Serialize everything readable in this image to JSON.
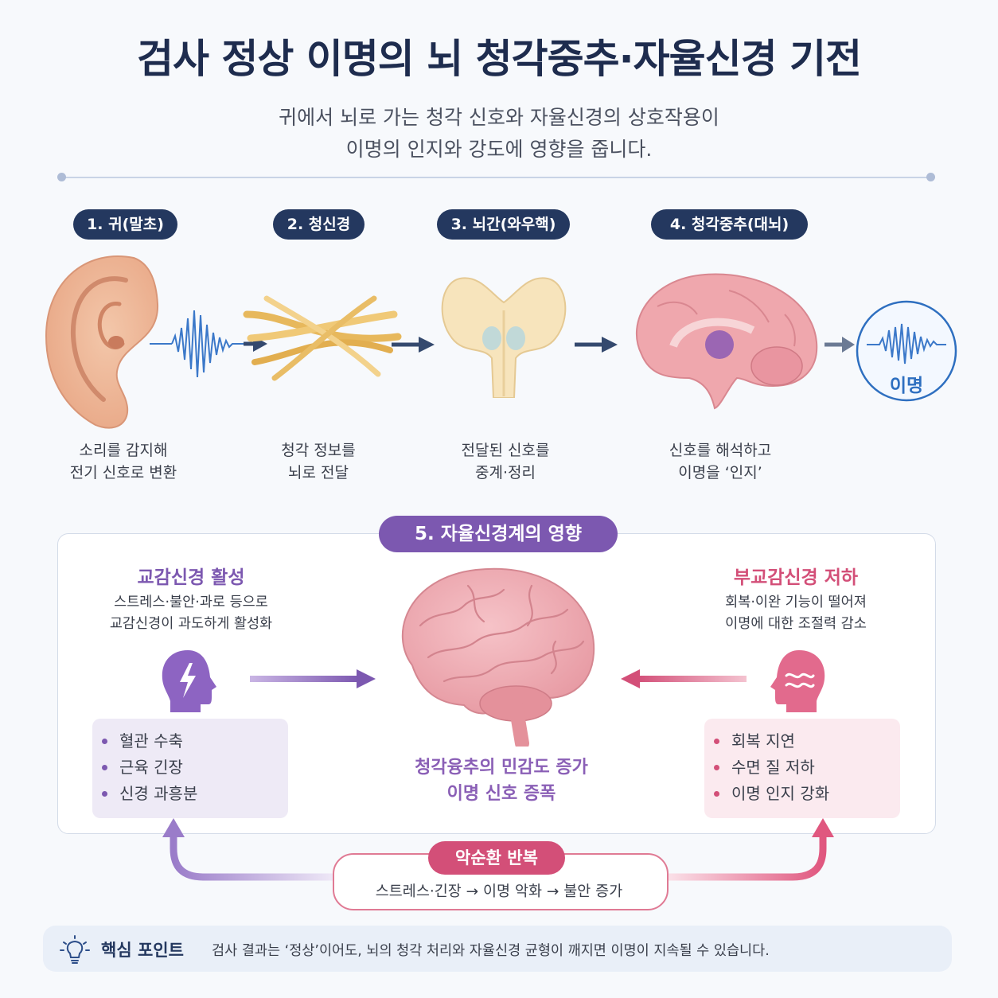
{
  "title": "검사 정상 이명의 뇌 청각중추·자율신경 기전",
  "subtitle": {
    "line1": "귀에서 뇌로 가는 청각 신호와 자율신경의 상호작용이",
    "line2": "이명의 인지와 강도에 영향을 줍니다."
  },
  "steps": [
    {
      "label": "1. 귀(말초)",
      "caption1": "소리를 감지해",
      "caption2": "전기 신호로 변환"
    },
    {
      "label": "2. 청신경",
      "caption1": "청각 정보를",
      "caption2": "뇌로 전달"
    },
    {
      "label": "3. 뇌간(와우핵)",
      "caption1": "전달된 신호를",
      "caption2": "중계·정리"
    },
    {
      "label": "4. 청각중추(대뇌)",
      "caption1": "신호를 해석하고",
      "caption2": "이명을 ‘인지’"
    }
  ],
  "tinnitus_label": "이명",
  "autonomic": {
    "label": "5. 자율신경계의 영향",
    "sympathetic": {
      "title": "교감신경 활성",
      "desc1": "스트레스·불안·과로 등으로",
      "desc2": "교감신경이 과도하게 활성화",
      "items": [
        "혈관 수축",
        "근육 긴장",
        "신경 과흥분"
      ]
    },
    "parasympathetic": {
      "title": "부교감신경 저하",
      "desc1": "회복·이완 기능이 떨어져",
      "desc2": "이명에 대한 조절력 감소",
      "items": [
        "회복 지연",
        "수면 질 저하",
        "이명 인지 강화"
      ]
    },
    "center1": "청각융추의 민감도 증가",
    "center2": "이명 신호 증폭"
  },
  "vicious_cycle": {
    "label": "악순환 반복",
    "text": "스트레스·긴장 → 이명 악화 → 불안 증가"
  },
  "key_point": {
    "label": "핵심 포인트",
    "text": "검사 결과는 ‘정상’이어도, 뇌의 청각 처리와 자율신경 균형이 깨지면 이명이 지속될 수 있습니다."
  },
  "colors": {
    "navy": "#24385f",
    "purple": "#7c58b0",
    "pink": "#d34f78",
    "blue": "#2e6fc0"
  }
}
